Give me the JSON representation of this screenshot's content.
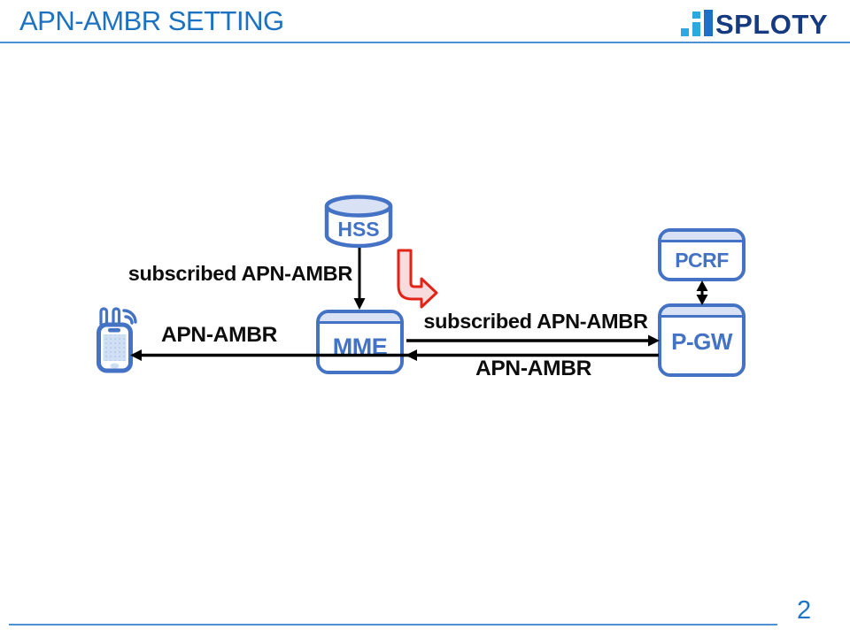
{
  "slide": {
    "title": "APN-AMBR SETTING",
    "page_number": "2",
    "logo_text": "SPLOTY"
  },
  "diagram": {
    "nodes": {
      "hss": "HSS",
      "mme": "MME",
      "pcrf": "PCRF",
      "pgw": "P-GW"
    },
    "flow_labels": {
      "hss_to_mme": "subscribed APN-AMBR",
      "mme_to_pgw": "subscribed APN-AMBR",
      "pgw_to_mme": "APN-AMBR",
      "mme_to_ue": "APN-AMBR"
    }
  },
  "colors": {
    "accent_blue": "#4472C4",
    "node_header_fill": "#D9E2F4",
    "title_blue": "#1C72C1",
    "logo_light_blue": "#2BA9E1",
    "logo_mid_blue": "#1E70C6",
    "logo_navy": "#163A80",
    "rule_blue": "#4E90D4",
    "red_arrow_stroke": "#E22318",
    "red_arrow_fill": "#F8DBDC",
    "arrow_black": "#000000"
  }
}
